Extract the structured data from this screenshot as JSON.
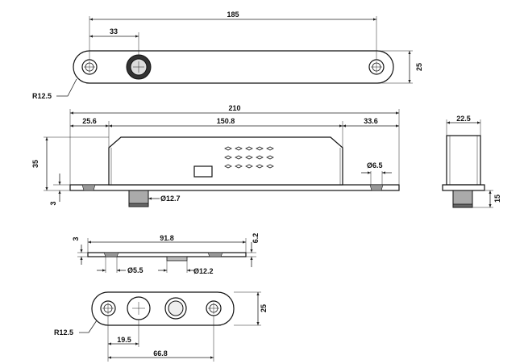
{
  "drawing": {
    "top_view": {
      "hole_spacing": "185",
      "offset": "33",
      "height": "25",
      "radius": "R12.5"
    },
    "front_view": {
      "overall_length": "210",
      "left_offset": "25.6",
      "middle_length": "150.8",
      "right_offset": "33.6",
      "height": "35",
      "base_thickness": "3",
      "bolt_diameter": "Ø12.7",
      "hole_diameter": "Ø6.5"
    },
    "side_view": {
      "width": "22.5",
      "bolt_length": "15"
    },
    "strike_side": {
      "thickness": "3",
      "length": "91.8",
      "height": "6.2",
      "hole_diameter": "Ø5.5",
      "bolt_diameter": "Ø12.2"
    },
    "strike_top": {
      "height": "25",
      "radius": "R12.5",
      "offset": "19.5",
      "hole_spacing": "66.8"
    }
  }
}
